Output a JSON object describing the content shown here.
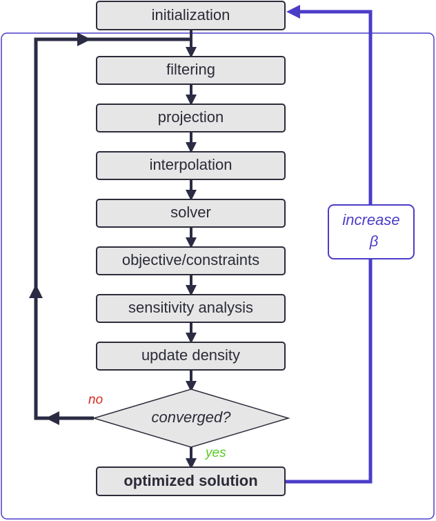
{
  "steps": {
    "initialization": "initialization",
    "filtering": "filtering",
    "projection": "projection",
    "interpolation": "interpolation",
    "solver": "solver",
    "objective": "objective/constraints",
    "sensitivity": "sensitivity analysis",
    "update": "update density",
    "optimized": "optimized solution"
  },
  "decision": {
    "label": "converged?",
    "no_label": "no",
    "yes_label": "yes"
  },
  "loop_label": {
    "line1": "increase",
    "line2": "β"
  },
  "colors": {
    "box_fill": "#e6e6e6",
    "box_stroke": "#2b2b3a",
    "arrow_dark": "#2b2b44",
    "accent_purple": "#4b3cc8",
    "no_red": "#d42a1e",
    "yes_green": "#55cc22"
  }
}
